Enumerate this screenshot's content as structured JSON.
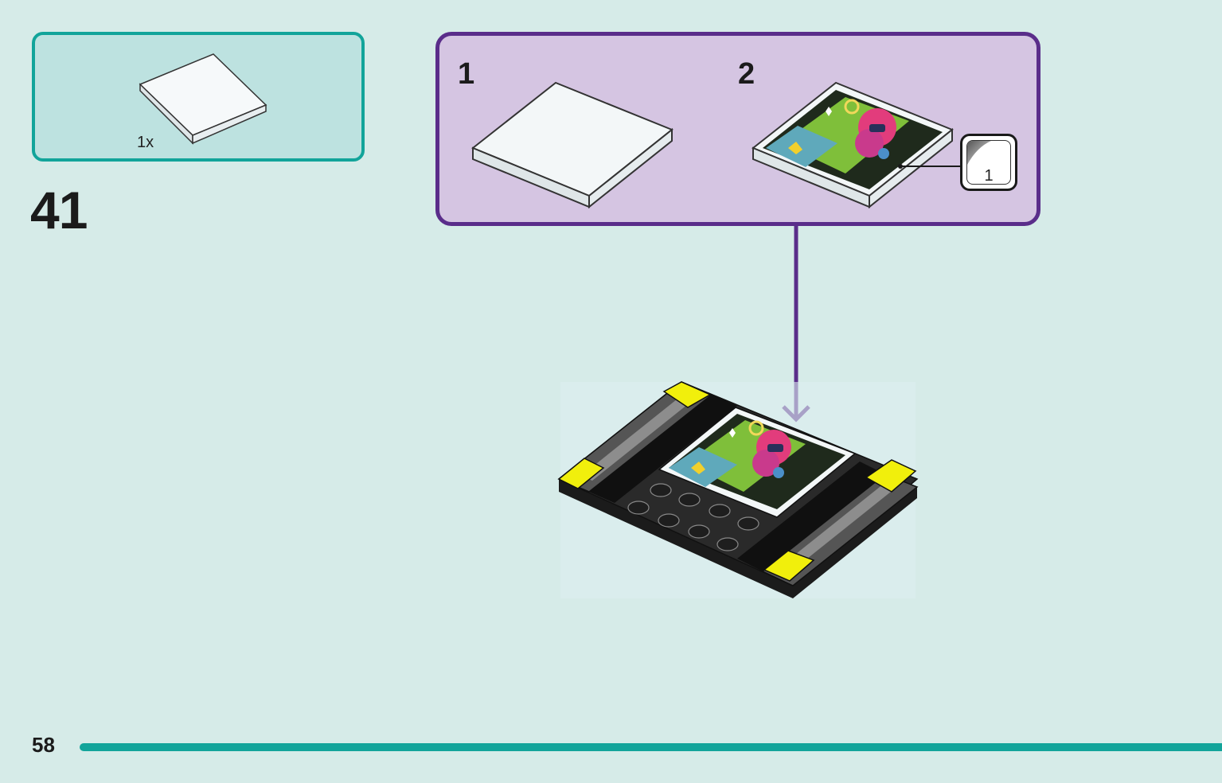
{
  "parts_callout": {
    "quantity": "1x",
    "part_icon": "white-tile-2x2-icon"
  },
  "step": {
    "number": "41"
  },
  "subassembly": {
    "steps": [
      {
        "number": "1",
        "icon": "white-tile-icon"
      },
      {
        "number": "2",
        "icon": "sticker-tile-icon"
      }
    ],
    "sticker_ref": {
      "label": "1",
      "icon": "sticker-icon"
    }
  },
  "page": {
    "number": "58"
  },
  "colors": {
    "background": "#d6ebe8",
    "parts_box_fill": "#bde2e0",
    "parts_box_border": "#12a49a",
    "sub_box_fill": "#d5c5e2",
    "sub_box_border": "#5a2d8a",
    "accent_yellow": "#f1ef0c"
  }
}
